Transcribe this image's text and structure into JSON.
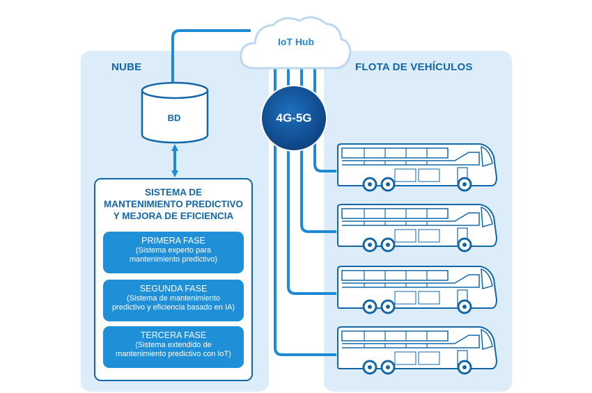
{
  "cloud_panel": {
    "title": "NUBE"
  },
  "fleet_panel": {
    "title": "FLOTA DE VEHÍCULOS"
  },
  "iot_hub": {
    "label": "IoT Hub"
  },
  "network": {
    "label": "4G-5G"
  },
  "database": {
    "label": "BD"
  },
  "system": {
    "title_lines": [
      "SISTEMA DE",
      "MANTENIMIENTO PREDICTIVO",
      "Y MEJORA DE EFICIENCIA"
    ],
    "phases": [
      {
        "name": "PRIMERA FASE",
        "desc_lines": [
          "(Sistema experto para",
          "mantenimiento predictivo)"
        ]
      },
      {
        "name": "SEGUNDA FASE",
        "desc_lines": [
          "(Sistema de mantenimiento",
          "predictivo y eficiencia basado en IA)"
        ]
      },
      {
        "name": "TERCERA FASE",
        "desc_lines": [
          "(Sistema extendido de",
          "mantenimiento predictivo con IoT)"
        ]
      }
    ]
  },
  "colors": {
    "dark_blue": "#1266a8",
    "light_blue": "#1f8fd8",
    "panel_bg": "#dcecf8"
  },
  "fleet": {
    "vehicle_count": 4,
    "vehicle_icon": "coach-bus-icon"
  }
}
